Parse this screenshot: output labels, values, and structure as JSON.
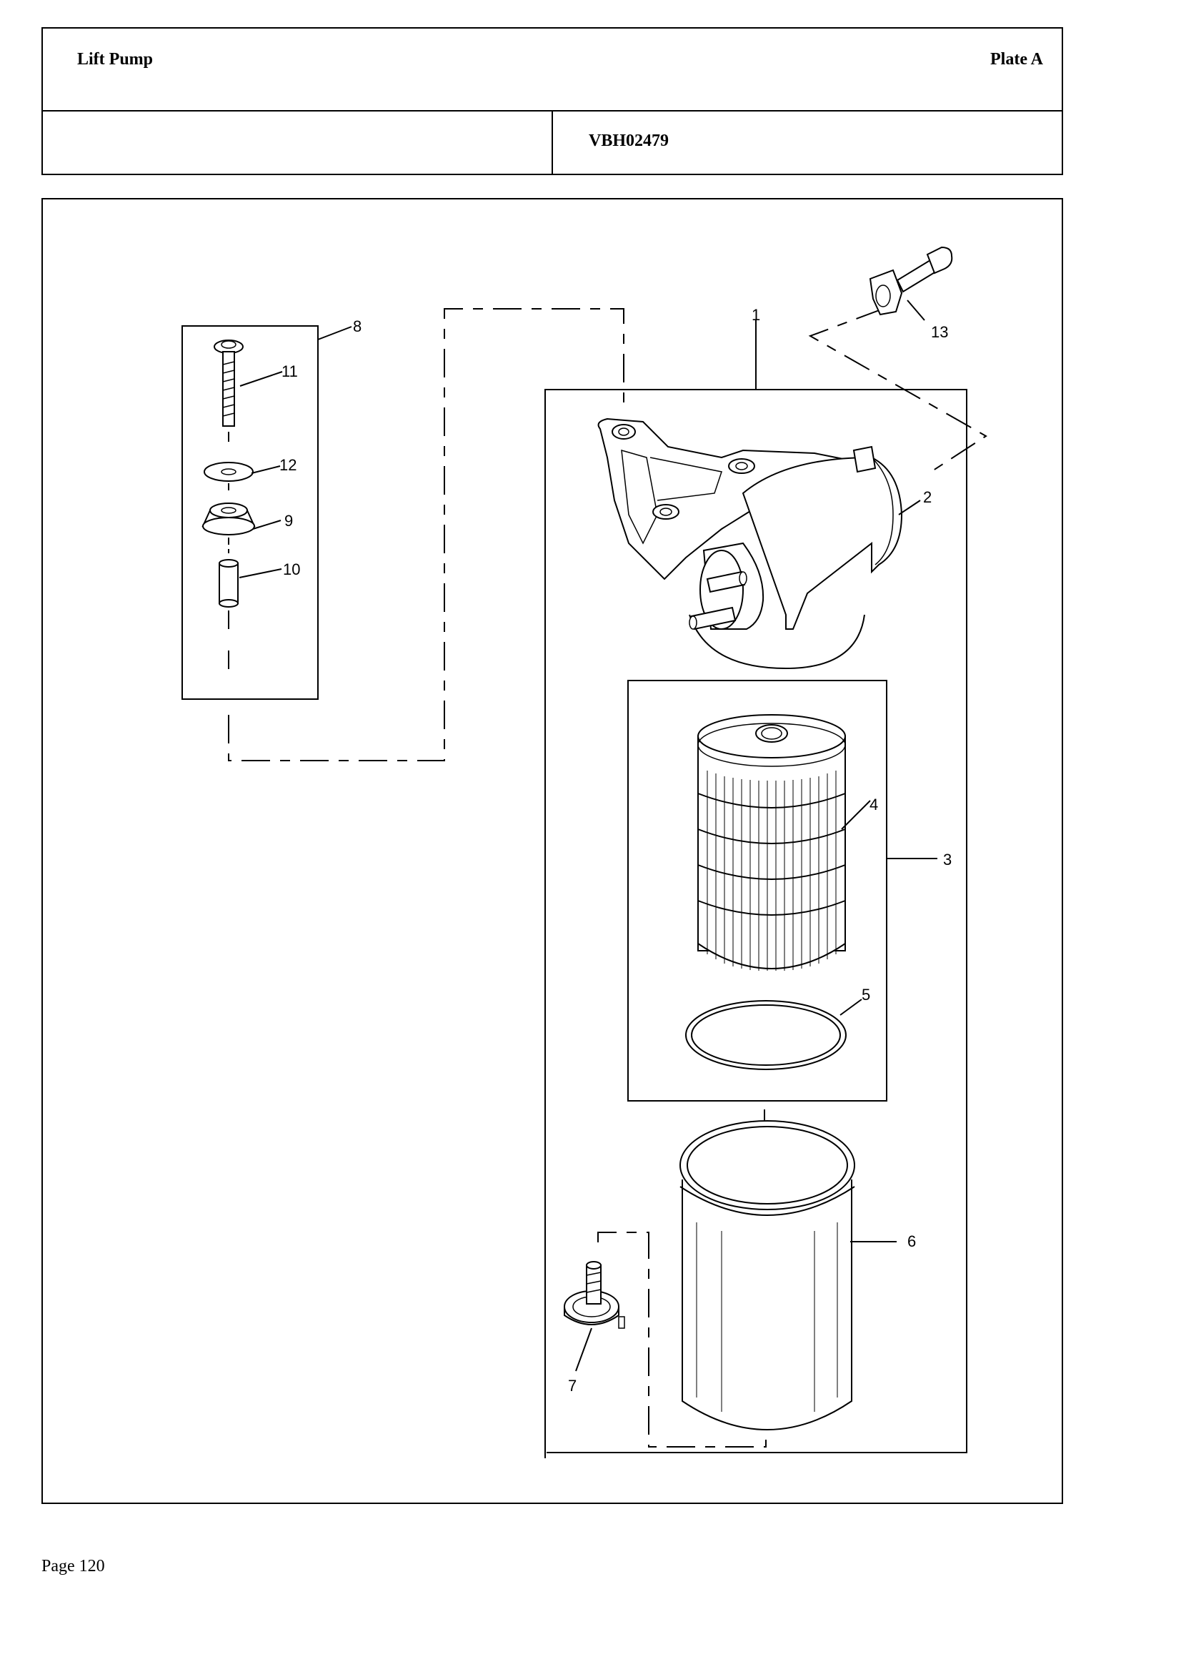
{
  "header": {
    "title": "Lift Pump",
    "plate": "Plate A",
    "diagram_code": "VBH02479"
  },
  "diagram": {
    "callouts": [
      "1",
      "2",
      "3",
      "4",
      "5",
      "6",
      "7",
      "8",
      "9",
      "10",
      "11",
      "12",
      "13"
    ]
  },
  "footer": {
    "page": "Page 120"
  }
}
